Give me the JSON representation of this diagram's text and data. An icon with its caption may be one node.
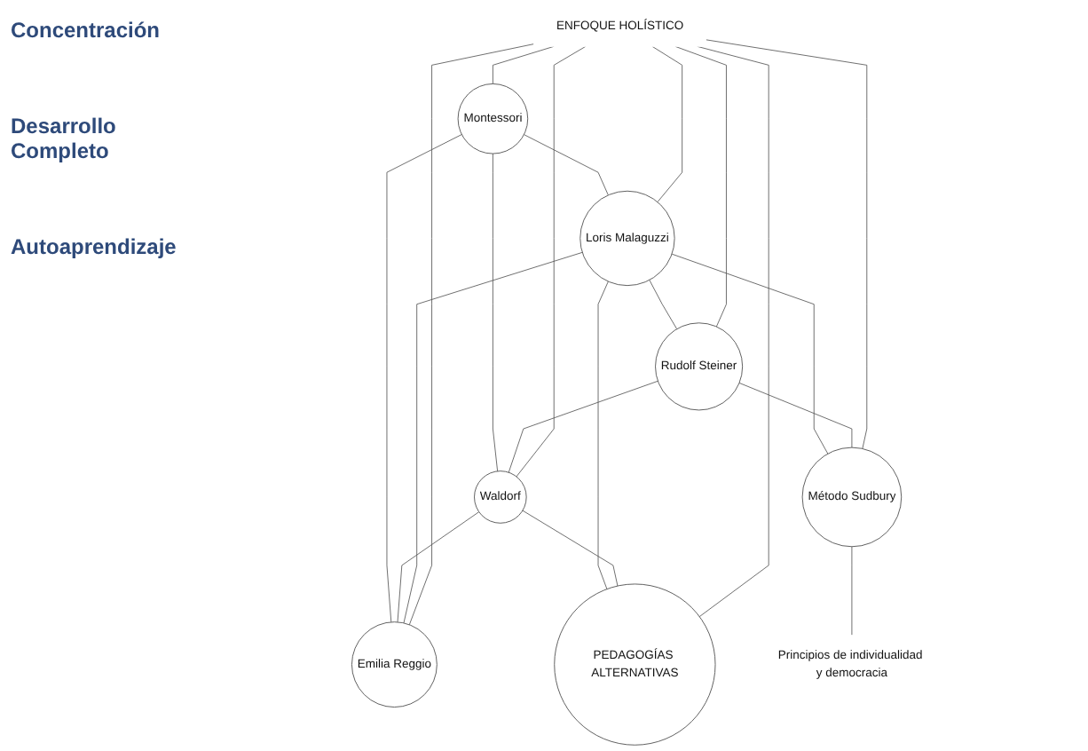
{
  "diagram": {
    "nodes": [
      {
        "text": [
          "Montessori"
        ]
      },
      {
        "text": [
          "Rudolf Steiner"
        ]
      },
      {
        "text": [
          "Loris Malaguzzi"
        ]
      },
      {
        "text": [
          "ENFOQUE HOLÍSTICO"
        ]
      },
      {
        "text": [
          "Waldorf"
        ]
      },
      {
        "text": [
          "Emilia Reggio"
        ]
      },
      {
        "text": [
          "Método Sudbury"
        ]
      },
      {
        "text": [
          "Principios de individualidad y democracia"
        ]
      },
      {
        "text": [
          "PEDAGOGÍAS ALTERNATIVAS"
        ]
      }
    ],
    "edges": [
      {
        "from": 3,
        "to": 0,
        "arrow": "none"
      },
      {
        "from": 3,
        "to": 1,
        "arrow": "none"
      },
      {
        "from": 3,
        "to": 2,
        "arrow": "none"
      },
      {
        "from": 3,
        "to": 4,
        "arrow": "none"
      },
      {
        "from": 3,
        "to": 5,
        "arrow": "none"
      },
      {
        "from": 3,
        "to": 8,
        "arrow": "none"
      },
      {
        "from": 3,
        "to": 6,
        "arrow": "none"
      },
      {
        "from": 0,
        "to": 2,
        "arrow": "none"
      },
      {
        "from": 1,
        "to": 4,
        "arrow": "none"
      },
      {
        "from": 2,
        "to": 5,
        "arrow": "none"
      },
      {
        "from": 2,
        "to": 1,
        "arrow": "none"
      },
      {
        "from": 0,
        "to": 4,
        "arrow": "none"
      },
      {
        "from": 1,
        "to": 6,
        "arrow": "none"
      },
      {
        "from": 4,
        "to": 8,
        "arrow": "none"
      },
      {
        "from": 4,
        "to": 5,
        "arrow": "none"
      },
      {
        "from": 2,
        "to": 6,
        "arrow": "none"
      },
      {
        "from": 2,
        "to": 8,
        "arrow": "none"
      },
      {
        "from": 0,
        "to": 5,
        "arrow": "none"
      },
      {
        "from": 6,
        "to": 7,
        "arrow": "none"
      }
    ],
    "labels": [
      "Concentración",
      "Desarrollo Completo",
      "Autoaprendizaje"
    ]
  }
}
